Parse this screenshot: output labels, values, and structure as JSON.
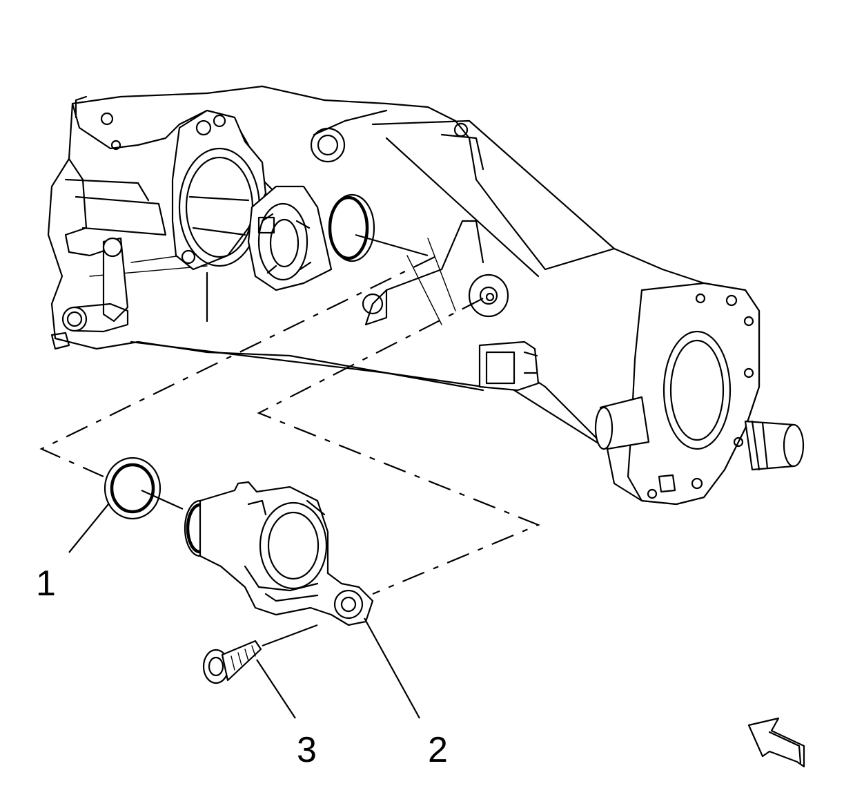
{
  "callouts": [
    {
      "id": "1",
      "label": "1",
      "part": "seal"
    },
    {
      "id": "2",
      "label": "2",
      "part": "water-outlet-housing"
    },
    {
      "id": "3",
      "label": "3",
      "part": "bolt"
    }
  ],
  "view_arrow_icon": "front-view-arrow-icon"
}
